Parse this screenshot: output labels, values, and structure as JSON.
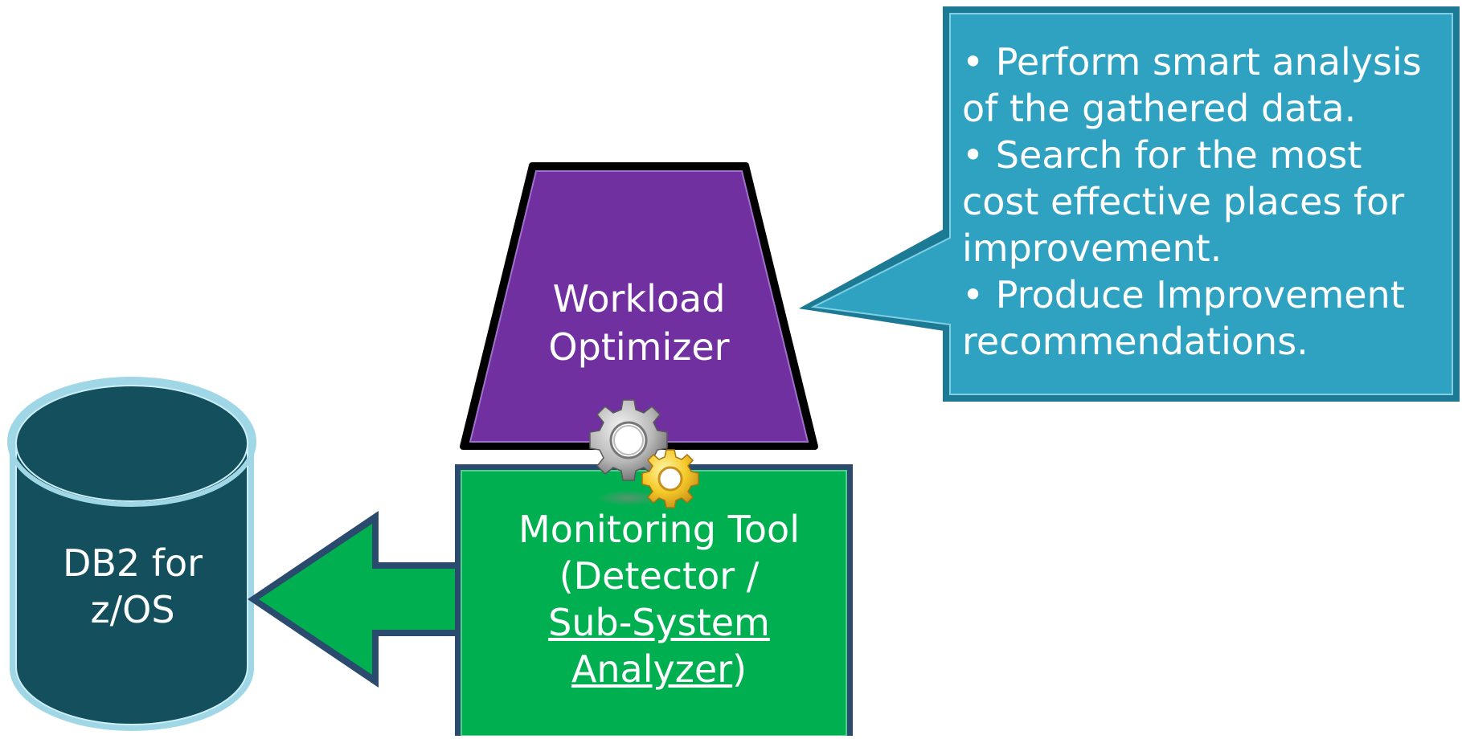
{
  "diagram": {
    "db": {
      "line1": "DB2 for",
      "line2": "z/OS"
    },
    "optimizer": {
      "line1": "Workload",
      "line2": "Optimizer"
    },
    "monitor": {
      "line1": "Monitoring Tool",
      "line2_prefix": "(Detector /",
      "line3_link": "Sub-System",
      "line4_link": "Analyzer",
      "line4_suffix": ")"
    },
    "callout": {
      "points": [
        "• Perform smart analysis",
        "of the gathered data.",
        "• Search for the most",
        "cost effective places for",
        "improvement.",
        "• Produce Improvement",
        "recommendations."
      ]
    },
    "colors": {
      "db_fill": "#134f5c",
      "db_outline": "#9fd7e6",
      "optimizer_fill": "#7030a0",
      "monitor_fill": "#00b050",
      "monitor_border": "#2a4a6e",
      "arrow_fill": "#00b050",
      "callout_fill": "#2ea2c0",
      "callout_border": "#1d7a95"
    },
    "icons": {
      "gears": "gears-icon"
    }
  }
}
